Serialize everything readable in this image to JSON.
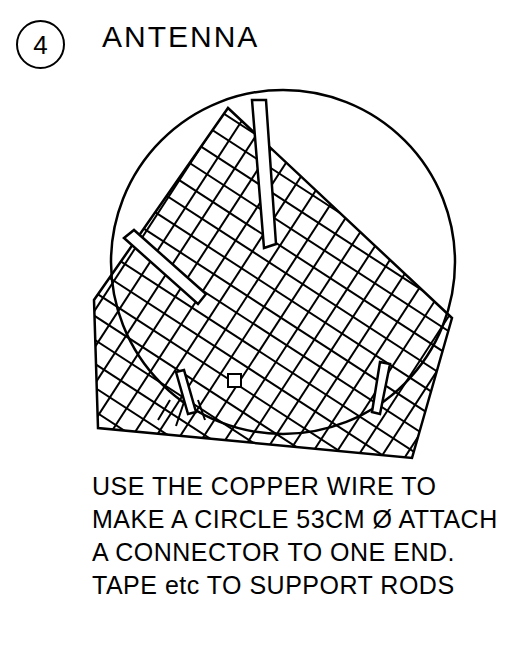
{
  "diagram": {
    "title": "ANTENNA",
    "nodes": [
      {
        "text": [
          "4"
        ]
      }
    ],
    "labels": [
      "USE THE COPPER WIRE TO MAKE A CIRCLE 53CM Ø ATTACH A CONNECTOR TO ONE END. TAPE etc TO SUPPORT RODS"
    ]
  }
}
